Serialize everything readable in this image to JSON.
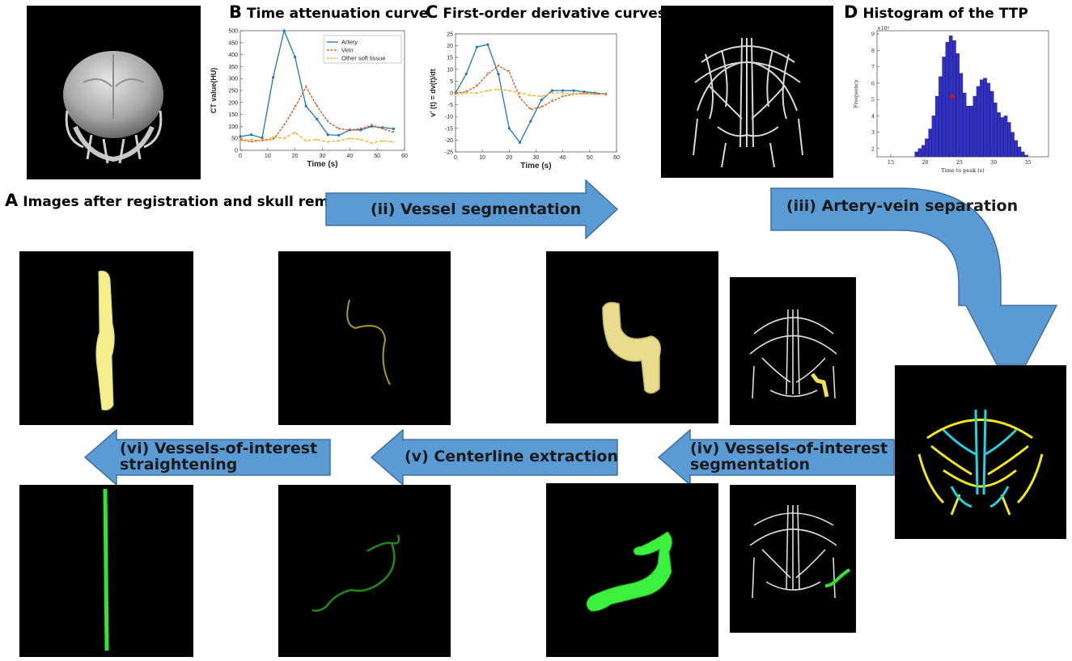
{
  "labels": {
    "a": {
      "letter": "A",
      "text": "Images after registration and skull removal"
    },
    "b": {
      "letter": "B",
      "text": "Time attenuation curve"
    },
    "c": {
      "letter": "C",
      "text": "First-order derivative curves"
    },
    "d": {
      "letter": "D",
      "text": "Histogram of the TTP"
    }
  },
  "steps": {
    "ii": "(ii) Vessel segmentation",
    "iii": "(iii) Artery-vein separation",
    "iv": "(iv) Vessels-of-interest\nsegmentation",
    "v": "(v) Centerline extraction",
    "vi": "(vi) Vessels-of-interest\nstraightening"
  },
  "colors": {
    "arrow_fill": "#5b9bd5",
    "arrow_stroke": "#41719c",
    "artery": "#1f77b4",
    "vein": "#d95319",
    "soft_tissue": "#edb120",
    "yellow_vessel": "#f7ef8a",
    "green_vessel": "#2ee82e",
    "histogram": "#3030c8"
  },
  "chart_data": [
    {
      "type": "line",
      "xlabel": "Time (s)",
      "ylabel": "CT value(HU)",
      "xlim": [
        0,
        60
      ],
      "ylim": [
        0,
        500
      ],
      "xticks": [
        "0",
        "10",
        "20",
        "30",
        "40",
        "50",
        "60"
      ],
      "yticks": [
        "0",
        "50",
        "100",
        "150",
        "200",
        "250",
        "300",
        "350",
        "400",
        "450",
        "500"
      ],
      "legend": "top-right",
      "x": [
        0,
        4,
        8,
        12,
        16,
        20,
        24,
        28,
        32,
        36,
        40,
        44,
        48,
        52,
        56
      ],
      "series": [
        {
          "name": "Artery",
          "values": [
            58,
            65,
            52,
            305,
            500,
            390,
            185,
            130,
            65,
            63,
            85,
            85,
            100,
            95,
            90
          ]
        },
        {
          "name": "Vein",
          "values": [
            45,
            35,
            42,
            45,
            105,
            180,
            265,
            185,
            120,
            90,
            85,
            90,
            105,
            90,
            75
          ]
        },
        {
          "name": "Other soft tissue",
          "values": [
            40,
            45,
            40,
            55,
            50,
            75,
            40,
            45,
            35,
            40,
            50,
            45,
            30,
            40,
            35
          ]
        }
      ]
    },
    {
      "type": "line",
      "xlabel": "Time (s)",
      "ylabel": "v' (t) = dv(t)/dt",
      "xlim": [
        0,
        60
      ],
      "ylim": [
        -25,
        25
      ],
      "xticks": [
        "0",
        "10",
        "20",
        "30",
        "40",
        "50",
        "60"
      ],
      "yticks": [
        "-25",
        "-20",
        "-15",
        "-10",
        "-5",
        "0",
        "5",
        "10",
        "15",
        "20",
        "25"
      ],
      "x": [
        0,
        4,
        8,
        12,
        16,
        20,
        24,
        28,
        32,
        36,
        40,
        44,
        48,
        52,
        56
      ],
      "series": [
        {
          "values": [
            0,
            8,
            19.5,
            20.5,
            8,
            -15,
            -21,
            -12,
            -3,
            1,
            1,
            1,
            0.5,
            0,
            -0.5
          ]
        },
        {
          "values": [
            0,
            0.5,
            3,
            8,
            11.5,
            9,
            -2,
            -7,
            -6,
            -3.5,
            -1.5,
            -0.5,
            0,
            -0.5,
            -0.5
          ]
        },
        {
          "values": [
            -0.5,
            0,
            0,
            1,
            1.5,
            1,
            0,
            -1,
            -1.5,
            0,
            0,
            -0.5,
            -0.5,
            -0.5,
            -0.5
          ]
        }
      ]
    },
    {
      "type": "bar",
      "xlabel": "Time to peak (s)",
      "ylabel": "Frequency",
      "ylabel_exponent": "×10⁴",
      "xlim": [
        13,
        38
      ],
      "ylim": [
        1.5,
        9.2
      ],
      "xticks": [
        "15",
        "20",
        "25",
        "30",
        "35"
      ],
      "yticks": [
        "2",
        "3",
        "4",
        "5",
        "6",
        "7",
        "8",
        "9"
      ],
      "bin_start": 18.5,
      "bin_width": 0.5,
      "values": [
        1.8,
        2.0,
        2.2,
        2.6,
        3.2,
        4.0,
        5.2,
        6.4,
        7.6,
        8.5,
        8.9,
        8.6,
        7.8,
        6.6,
        5.4,
        4.6,
        4.6,
        5.2,
        5.8,
        6.2,
        6.3,
        6.0,
        5.5,
        4.8,
        4.2,
        3.9,
        4.0,
        3.6,
        3.0,
        2.5,
        2.1,
        1.8,
        1.6
      ],
      "marker": {
        "x": 24.0,
        "y": 5.0,
        "label": "*"
      }
    }
  ]
}
